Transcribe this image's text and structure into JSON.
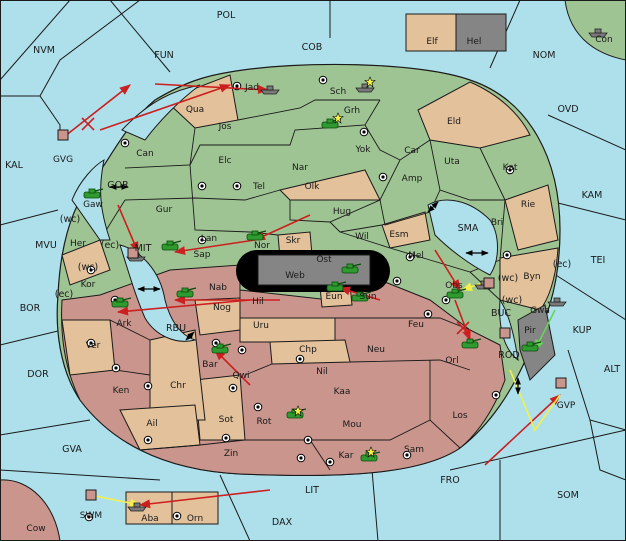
{
  "colors": {
    "sea": "#aee0ec",
    "green": "#9fc493",
    "tan": "#e3c19a",
    "rose": "#c9958c",
    "gray": "#858585",
    "border": "#1a1a1a",
    "red": "#cc1f1f",
    "yellow": "#f3f04a",
    "lightgreen": "#6ad35a",
    "black": "#000000"
  },
  "sea_labels": [
    "POL",
    "COB",
    "NVM",
    "FUN",
    "NOM",
    "OVD",
    "KAL",
    "KAM",
    "MVU",
    "TEI",
    "BOR",
    "DOR",
    "ALT",
    "GVA",
    "FRO",
    "LIT",
    "SOM",
    "DAX",
    "KUP",
    "SMA",
    "MIT",
    "RBU",
    "GOR",
    "BUC",
    "ROD",
    "(wc)",
    "(ec)",
    "(wc)",
    "(ec)",
    "(wc)",
    "(ec)",
    "(wc)"
  ],
  "land_labels": [
    "Jad",
    "Sch",
    "Qua",
    "Grh",
    "Jos",
    "Eld",
    "Can",
    "Yok",
    "Car",
    "Elc",
    "Nar",
    "Uta",
    "Kat",
    "Tel",
    "Olk",
    "Amp",
    "Gaw",
    "Gur",
    "Lan",
    "Hug",
    "Bri",
    "Rie",
    "Wil",
    "Esm",
    "Her",
    "Skr",
    "Ost",
    "Mel",
    "Byn",
    "Sap",
    "Nor",
    "Web",
    "Kor",
    "Nab",
    "Eun",
    "Sun",
    "Obs",
    "Gwa",
    "Ark",
    "Hil",
    "Nog",
    "Uru",
    "Feu",
    "Pir",
    "Ver",
    "Chp",
    "Neu",
    "Orl",
    "Bar",
    "Qwi",
    "Nil",
    "Kaa",
    "Ken",
    "Chr",
    "Sot",
    "Rot",
    "Mou",
    "Los",
    "Ail",
    "Zin",
    "Kar",
    "Sam",
    "Elf",
    "Hel",
    "Con",
    "GVG",
    "GVP",
    "SWM",
    "Cow",
    "Aba",
    "Orn"
  ]
}
